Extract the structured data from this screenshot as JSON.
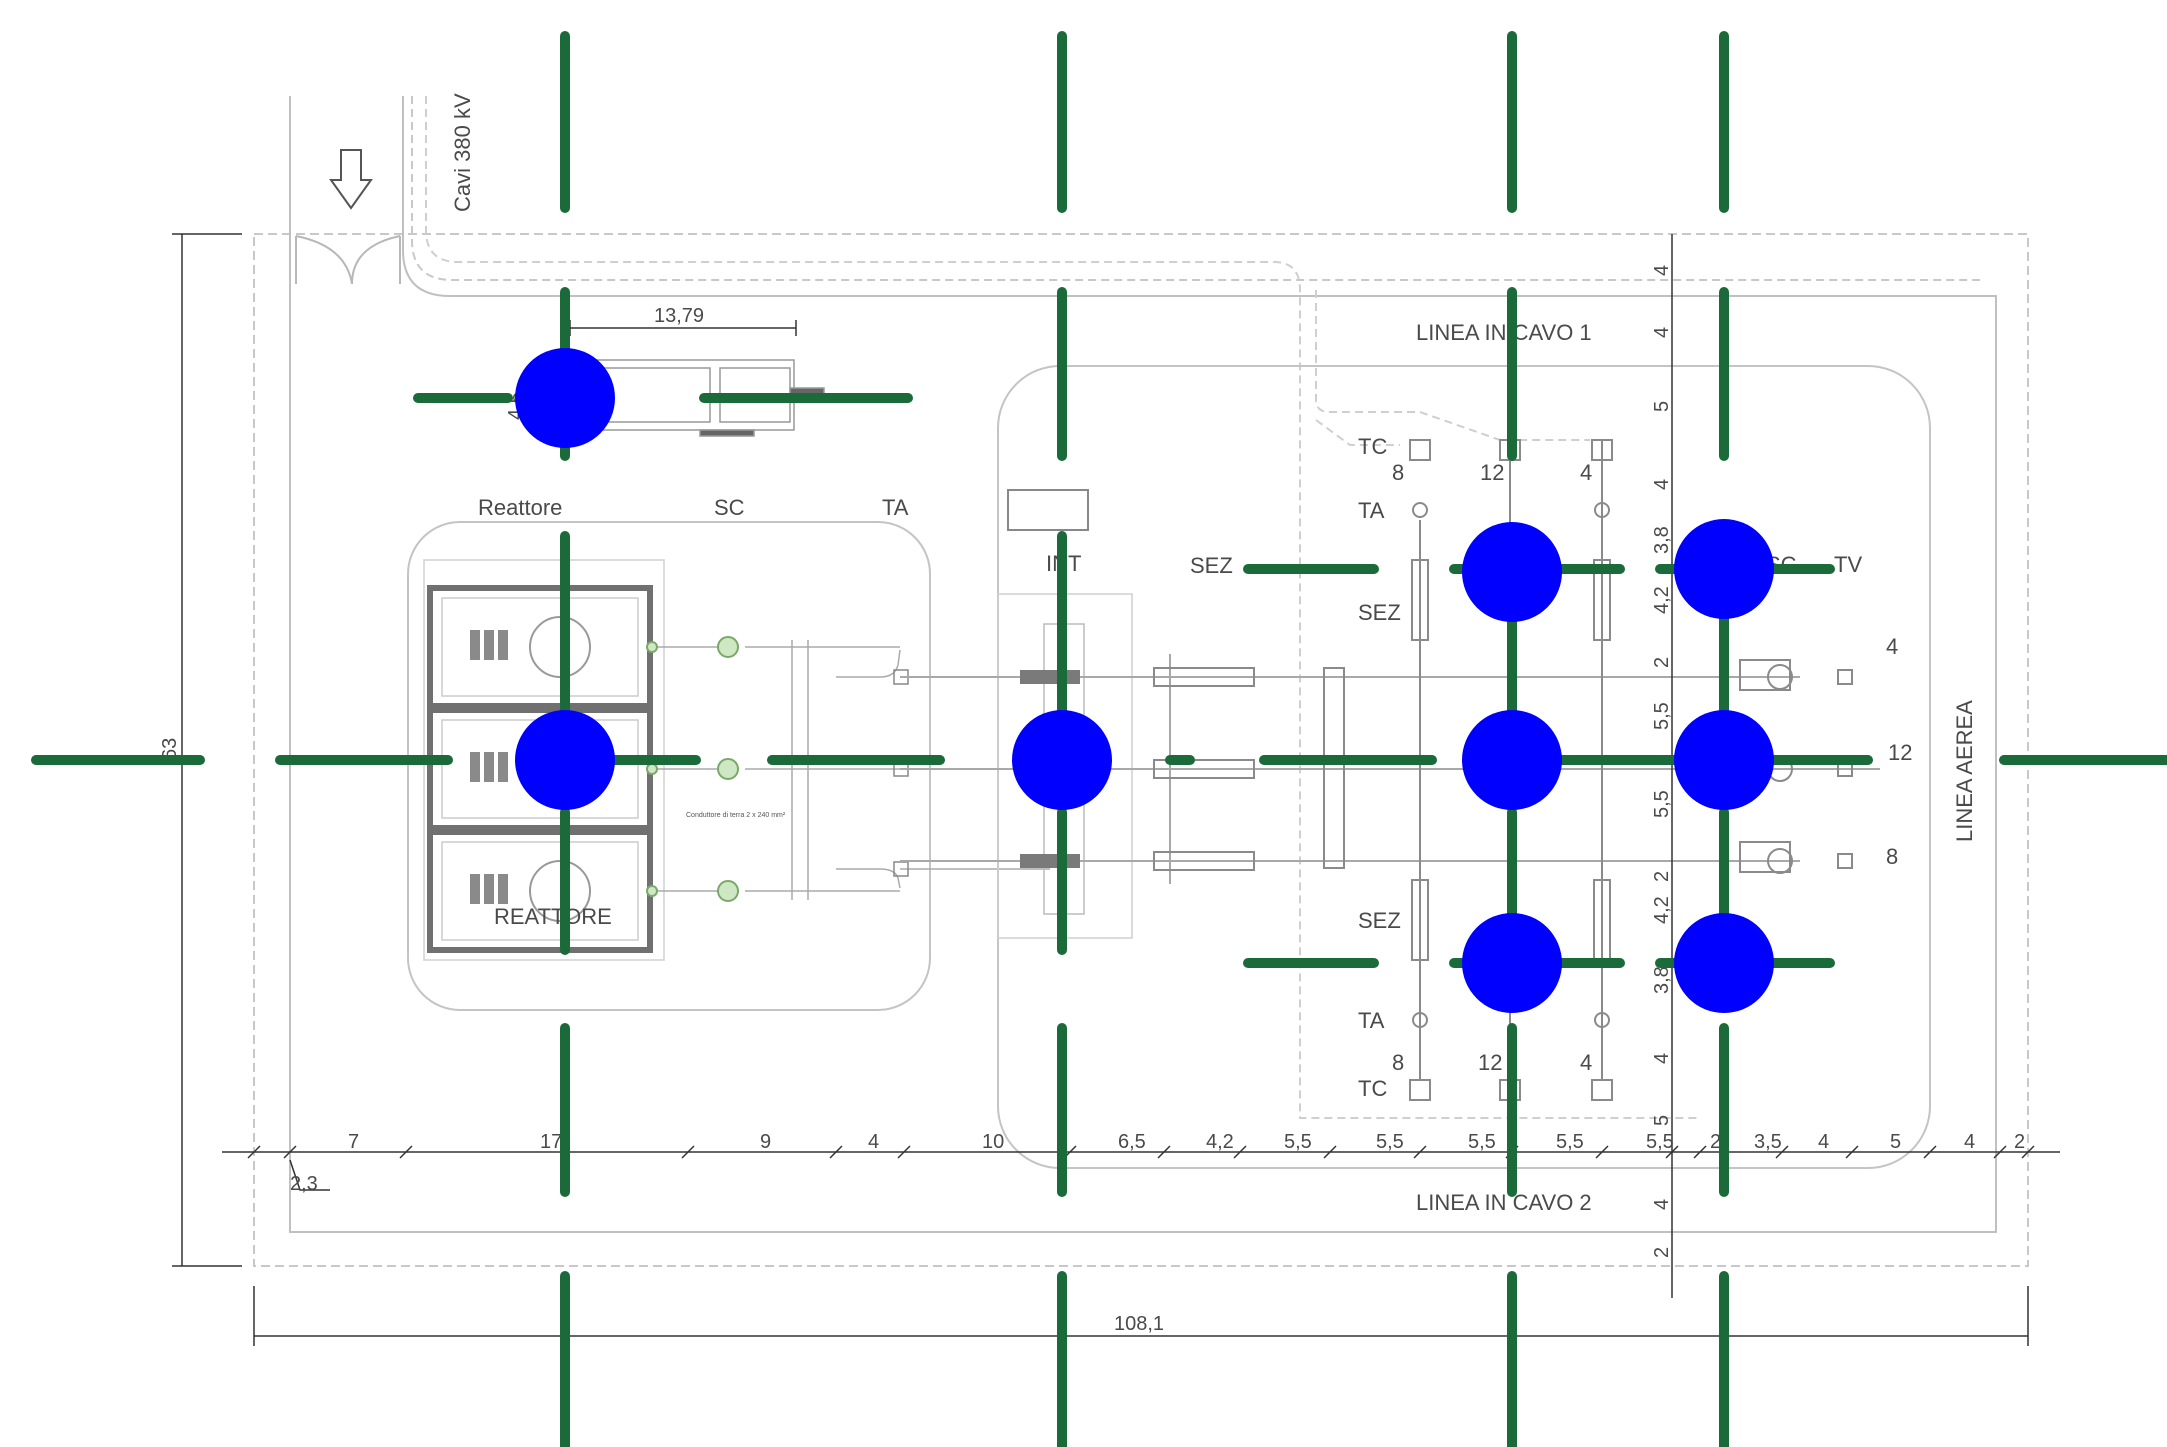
{
  "labels": {
    "cavi": "Cavi 380 kV",
    "reattore_top": "Reattore",
    "sc_top": "SC",
    "ta_top": "TA",
    "reattore_inner": "REATTORE",
    "int": "INT",
    "sez_left": "SEZ",
    "sez_top": "SEZ",
    "sez_bottom": "SEZ",
    "tc_top": "TC",
    "tc_bottom": "TC",
    "ta_mid_top": "TA",
    "ta_mid_bottom": "TA",
    "sc_right": "SC",
    "tv": "TV",
    "linea_cavo_1": "LINEA IN CAVO 1",
    "linea_cavo_2": "LINEA IN CAVO 2",
    "linea_aerea": "LINEA AEREA",
    "conduttore": "Conduttore di terra 2 x 240 mm²",
    "n8_top": "8",
    "n12_top": "12",
    "n4_top": "4",
    "n8_bot": "8",
    "n12_bot": "12",
    "n4_bot": "4",
    "r4": "4",
    "r12": "12",
    "r8": "8",
    "dim_1379": "13,79",
    "dim_45": "4,5",
    "dim_63": "63",
    "dim_23": "2,3",
    "dim_1081": "108,1"
  },
  "dims_bottom": [
    "7",
    "17,",
    "9",
    "4",
    "10",
    "6,5",
    "4,2",
    "5,5",
    "5,5",
    "5,5",
    "5,5",
    "5,5",
    "2",
    "3,5",
    "4",
    "5",
    "4",
    "2"
  ],
  "dims_vertical": [
    "4",
    "4",
    "5",
    "4",
    "3,8",
    "4,2",
    "2",
    "5,5",
    "5,5",
    "2",
    "4,2",
    "3,8",
    "4",
    "5",
    "4",
    "2"
  ],
  "colors": {
    "marker_circle": "#0000ff",
    "marker_bar": "#1b6b3a",
    "drawing_line": "#bdbdbd",
    "text": "#4a4a4a"
  }
}
